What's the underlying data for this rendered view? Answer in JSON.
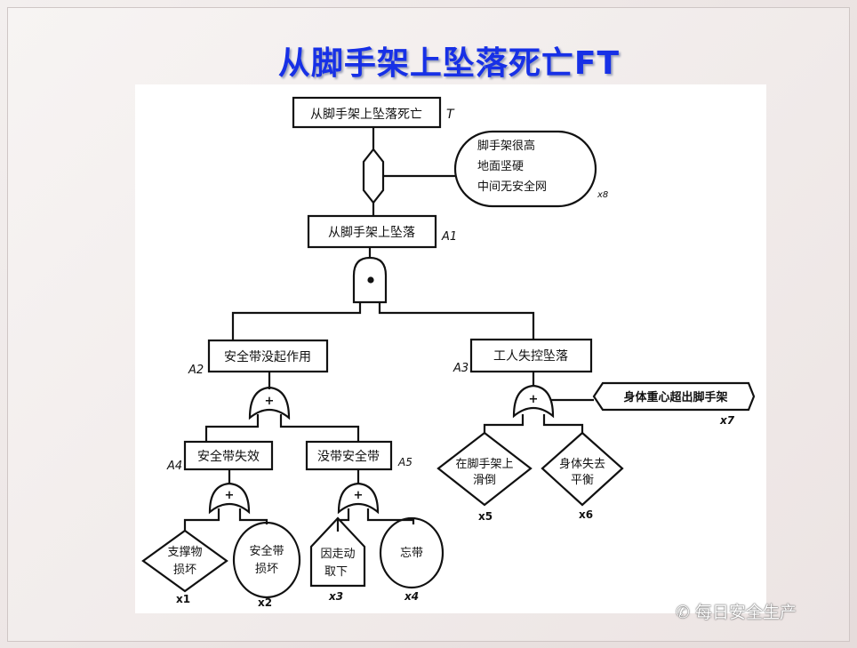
{
  "slide": {
    "title": "从脚手架上坠落死亡FT",
    "watermark": "每日安全生产"
  },
  "tree": {
    "top": {
      "text": "从脚手架上坠落死亡",
      "id": "T"
    },
    "condition": {
      "lines": [
        "脚手架很高",
        "地面坚硬",
        "中间无安全网"
      ],
      "id": "x8"
    },
    "a1": {
      "text": "从脚手架上坠落",
      "id": "A1"
    },
    "a2": {
      "text": "安全带没起作用",
      "id": "A2"
    },
    "a3": {
      "text": "工人失控坠落",
      "id": "A3"
    },
    "a4": {
      "text": "安全带失效",
      "id": "A4"
    },
    "a5": {
      "text": "没带安全带",
      "id": "A5"
    },
    "x1": {
      "lines": [
        "支撑物",
        "损坏"
      ],
      "id": "x1"
    },
    "x2": {
      "lines": [
        "安全带",
        "损坏"
      ],
      "id": "x2"
    },
    "x3": {
      "lines": [
        "因走动",
        "取下"
      ],
      "id": "x3"
    },
    "x4": {
      "text": "忘带",
      "id": "x4"
    },
    "x5": {
      "lines": [
        "在脚手架上",
        "滑倒"
      ],
      "id": "x5"
    },
    "x6": {
      "lines": [
        "身体失去",
        "平衡"
      ],
      "id": "x6"
    },
    "x7": {
      "text": "身体重心超出脚手架",
      "id": "x7"
    },
    "or_symbol": "+"
  }
}
